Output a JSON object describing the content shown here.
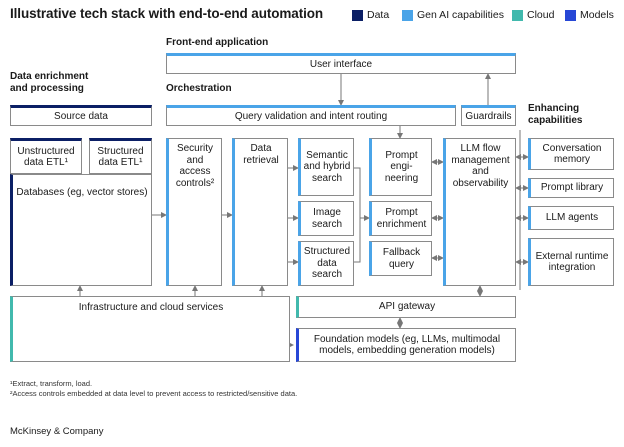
{
  "title": "Illustrative tech stack with end-to-end automation",
  "legend": [
    {
      "label": "Data",
      "color": "#0b1f65"
    },
    {
      "label": "Gen AI capabilities",
      "color": "#4aa4e8"
    },
    {
      "label": "Cloud",
      "color": "#41b9ad"
    },
    {
      "label": "Models",
      "color": "#2747d6"
    }
  ],
  "headers": {
    "frontend": "Front-end application",
    "data_enrichment_line1": "Data enrichment",
    "data_enrichment_line2": "and processing",
    "orchestration": "Orchestration",
    "enhancing_line1": "Enhancing",
    "enhancing_line2": "capabilities"
  },
  "boxes": {
    "user_interface": "User interface",
    "source_data": "Source data",
    "unstructured_etl": "Unstructured data ETL¹",
    "structured_etl": "Structured data ETL¹",
    "databases": "Databases (eg, vector stores)",
    "query_validation": "Query validation and intent routing",
    "guardrails": "Guardrails",
    "security": "Security and access controls²",
    "data_retrieval": "Data retrieval",
    "semantic_search": "Semantic and hybrid search",
    "image_search": "Image search",
    "structured_search": "Structured data search",
    "prompt_engineering": "Prompt engi-neering",
    "prompt_enrichment": "Prompt enrichment",
    "fallback_query": "Fallback query",
    "llm_flow": "LLM flow management and observability",
    "conversation_memory": "Conversation memory",
    "prompt_library": "Prompt library",
    "llm_agents": "LLM agents",
    "external_runtime": "External runtime integration",
    "infrastructure": "Infrastructure and cloud services",
    "api_gateway": "API gateway",
    "foundation_models": "Foundation models (eg, LLMs, multimodal models, embedding generation models)"
  },
  "footnotes": [
    "¹Extract, transform, load.",
    "²Access controls embedded at data level to prevent access to restricted/sensitive data."
  ],
  "brand": "McKinsey & Company"
}
